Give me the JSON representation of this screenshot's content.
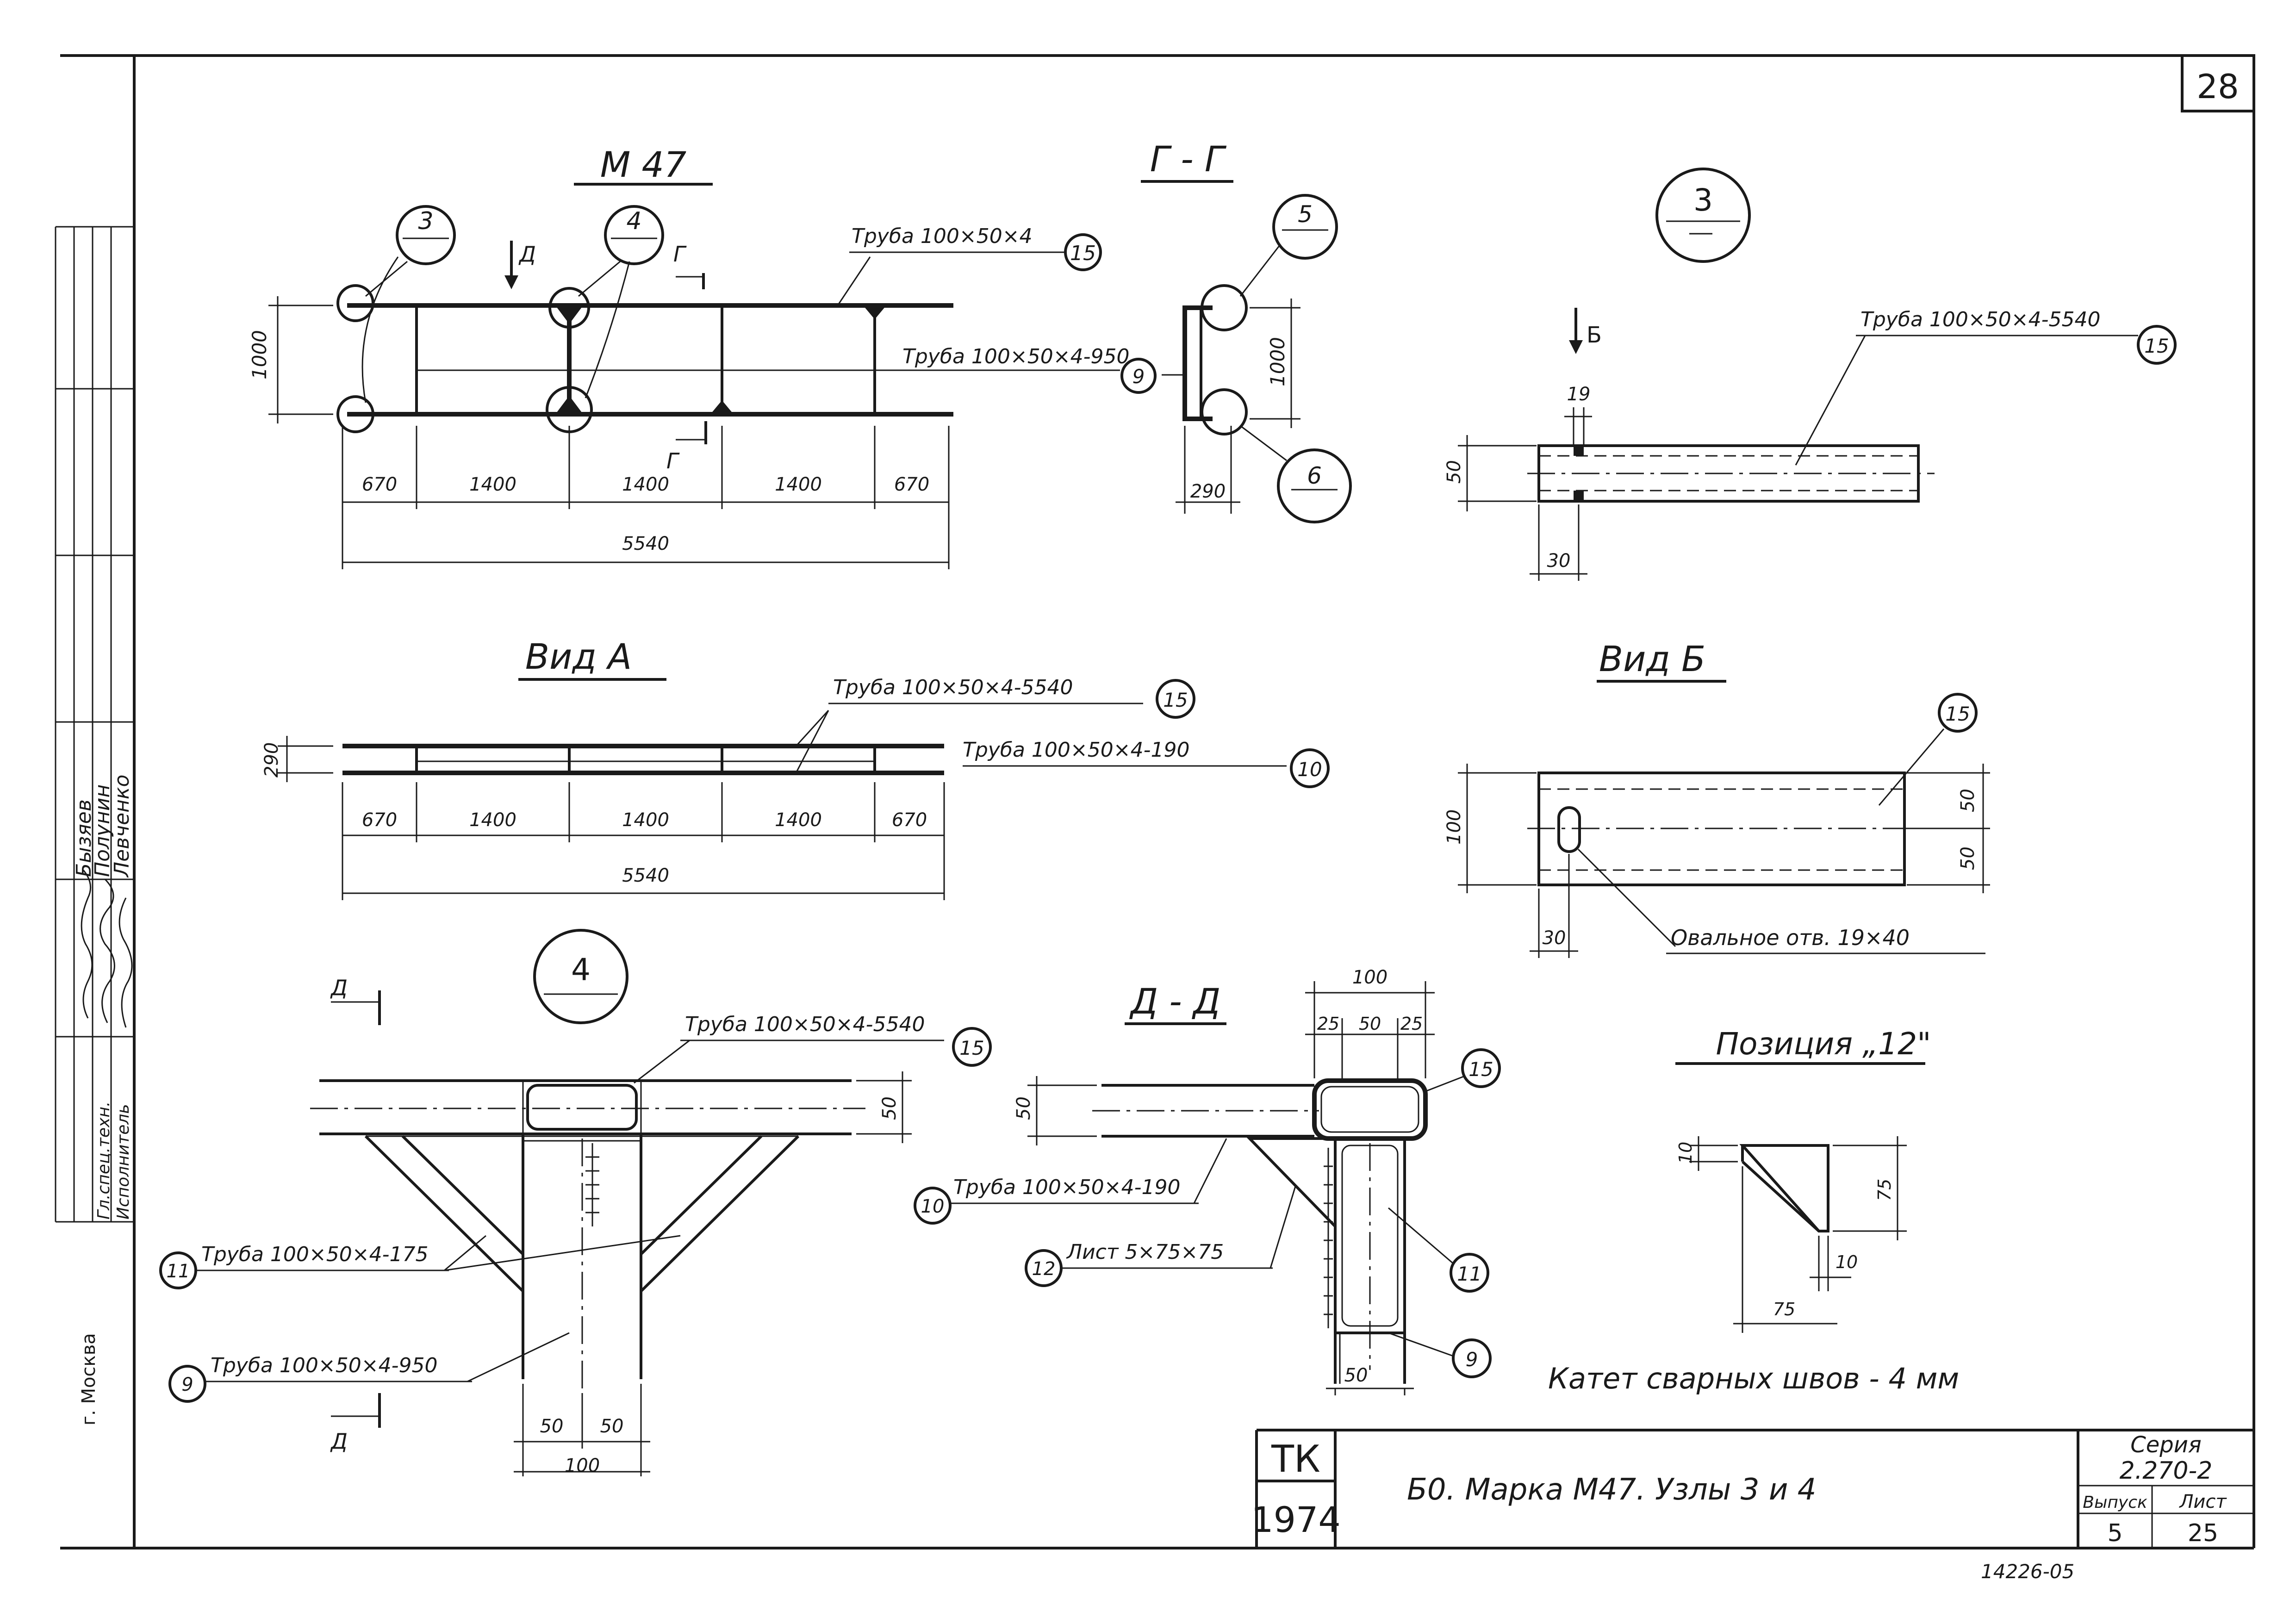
{
  "sheet": {
    "number": "28",
    "title": "Б0. Марка М47. Узлы 3 и 4",
    "stamp_tk": "ТК",
    "stamp_year": "1974",
    "series_label": "Серия",
    "series_value": "2.270-2",
    "issue_label": "Выпуск",
    "issue_value": "5",
    "list_label": "Лист",
    "list_value": "25",
    "inventory": "14226-05",
    "city": "г. Москва",
    "weld_note": "Катет сварных швов - 4 мм"
  },
  "side_stamp": {
    "roles": [
      "Гл.спец.техн.",
      "Исполнитель"
    ],
    "names": [
      "Бызяев",
      "Полунин",
      "Левченко"
    ]
  },
  "views": {
    "m47": {
      "title": "М 47",
      "tube_label": "Труба 100×50×4",
      "tube_pos": "15",
      "brace_label": "Труба 100×50×4-950",
      "brace_pos": "9",
      "height": "1000",
      "node_3": "3",
      "node_4": "4",
      "section_arrow": "Д",
      "cut_mark": "Г",
      "dims": [
        "670",
        "1400",
        "1400",
        "1400",
        "670"
      ],
      "total": "5540"
    },
    "section_gg": {
      "title": "Г - Г",
      "node_5": "5",
      "node_6": "6",
      "height": "1000",
      "width": "290"
    },
    "vid_a": {
      "title": "Вид А",
      "tube_label": "Труба 100×50×4-5540",
      "tube_pos": "15",
      "spacer_label": "Труба 100×50×4-190",
      "spacer_pos": "10",
      "height": "290",
      "dims": [
        "670",
        "1400",
        "1400",
        "1400",
        "670"
      ],
      "total": "5540"
    },
    "node3": {
      "number": "3",
      "arrow": "Б",
      "tube_label": "Труба 100×50×4-5540",
      "tube_pos": "15",
      "dim_19": "19",
      "dim_50": "50",
      "dim_30": "30"
    },
    "vid_b": {
      "title": "Вид Б",
      "pos": "15",
      "dim_100": "100",
      "dim_50a": "50",
      "dim_50b": "50",
      "dim_30": "30",
      "hole_label": "Овальное отв. 19×40"
    },
    "node4": {
      "number": "4",
      "section_mark": "Д",
      "tube_label": "Труба 100×50×4-5540",
      "tube_pos": "15",
      "diag_label": "Труба 100×50×4-175",
      "diag_pos": "11",
      "post_label": "Труба 100×50×4-950",
      "post_pos": "9",
      "dim_50": "50",
      "dim_50a": "50",
      "dim_50b": "50",
      "dim_100": "100"
    },
    "section_dd": {
      "title": "Д - Д",
      "dim_100": "100",
      "dim_25a": "25",
      "dim_50": "50",
      "dim_25b": "25",
      "dim_50_side": "50",
      "dim_50_bottom": "50",
      "spacer_label": "Труба 100×50×4-190",
      "spacer_pos": "10",
      "plate_label": "Лист 5×75×75",
      "plate_pos": "12",
      "pos_15": "15",
      "pos_11": "11",
      "pos_9": "9"
    },
    "pos12": {
      "title": "Позиция „12\"",
      "dim_10a": "10",
      "dim_75a": "75",
      "dim_10b": "10",
      "dim_75b": "75"
    }
  }
}
